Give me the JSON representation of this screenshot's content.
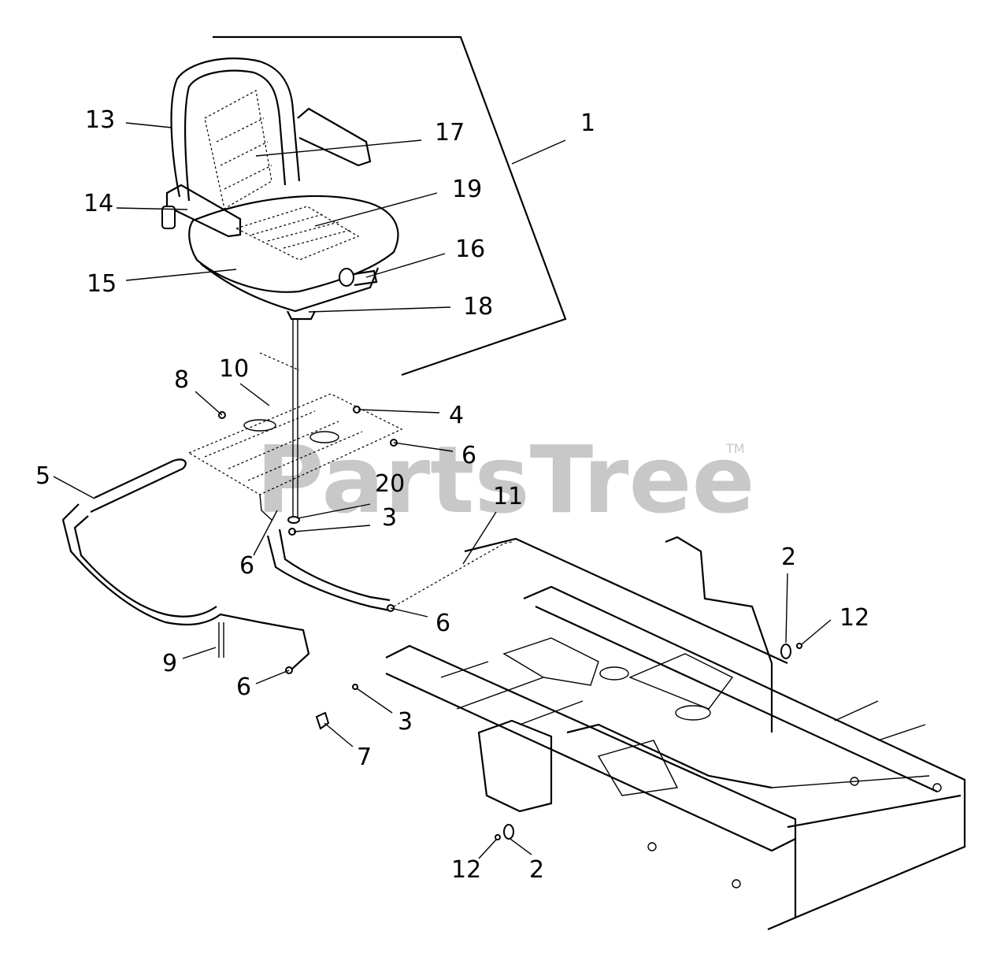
{
  "watermark": {
    "text": "PartsTree",
    "tm": "TM",
    "color": "#c8c8c8"
  },
  "callouts": [
    {
      "label": "1"
    },
    {
      "label": "13"
    },
    {
      "label": "17"
    },
    {
      "label": "14"
    },
    {
      "label": "19"
    },
    {
      "label": "16"
    },
    {
      "label": "15"
    },
    {
      "label": "18"
    },
    {
      "label": "8"
    },
    {
      "label": "10"
    },
    {
      "label": "4"
    },
    {
      "label": "6"
    },
    {
      "label": "5"
    },
    {
      "label": "20"
    },
    {
      "label": "3"
    },
    {
      "label": "11"
    },
    {
      "label": "6"
    },
    {
      "label": "6"
    },
    {
      "label": "2"
    },
    {
      "label": "12"
    },
    {
      "label": "9"
    },
    {
      "label": "6"
    },
    {
      "label": "3"
    },
    {
      "label": "7"
    },
    {
      "label": "12"
    },
    {
      "label": "2"
    }
  ]
}
